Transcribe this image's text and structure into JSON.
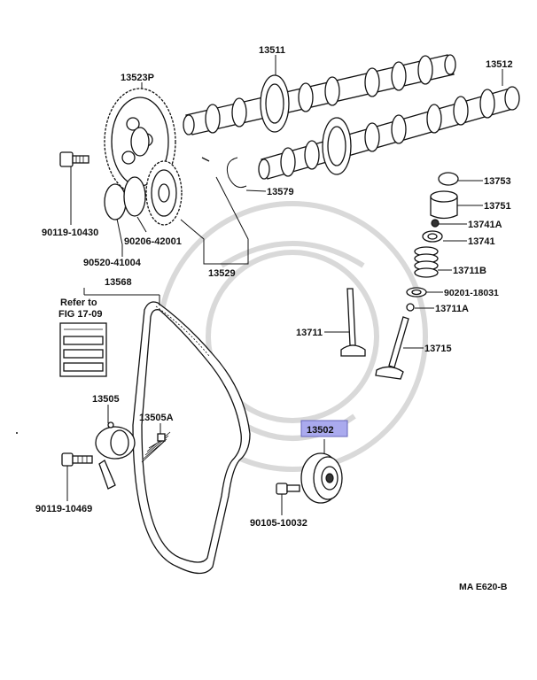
{
  "diagram": {
    "code": "MA E620-B",
    "refer_note": {
      "line1": "Refer to",
      "line2": "FIG 17-09"
    },
    "highlight_color": "#aaaaee",
    "parts": [
      {
        "id": "p13511",
        "number": "13511"
      },
      {
        "id": "p13512",
        "number": "13512"
      },
      {
        "id": "p13523p",
        "number": "13523P"
      },
      {
        "id": "p13753",
        "number": "13753"
      },
      {
        "id": "p13751",
        "number": "13751"
      },
      {
        "id": "p13741a",
        "number": "13741A"
      },
      {
        "id": "p13741",
        "number": "13741"
      },
      {
        "id": "p13711b",
        "number": "13711B"
      },
      {
        "id": "p90201",
        "number": "90201-18031"
      },
      {
        "id": "p13711a",
        "number": "13711A"
      },
      {
        "id": "p13579",
        "number": "13579"
      },
      {
        "id": "p90119a",
        "number": "90119-10430"
      },
      {
        "id": "p90206",
        "number": "90206-42001"
      },
      {
        "id": "p90520",
        "number": "90520-41004"
      },
      {
        "id": "p13529",
        "number": "13529"
      },
      {
        "id": "p13568",
        "number": "13568"
      },
      {
        "id": "p13711",
        "number": "13711"
      },
      {
        "id": "p13715",
        "number": "13715"
      },
      {
        "id": "p13505",
        "number": "13505"
      },
      {
        "id": "p13505a",
        "number": "13505A"
      },
      {
        "id": "p13502",
        "number": "13502"
      },
      {
        "id": "p90119b",
        "number": "90119-10469"
      },
      {
        "id": "p90105",
        "number": "90105-10032"
      }
    ]
  }
}
